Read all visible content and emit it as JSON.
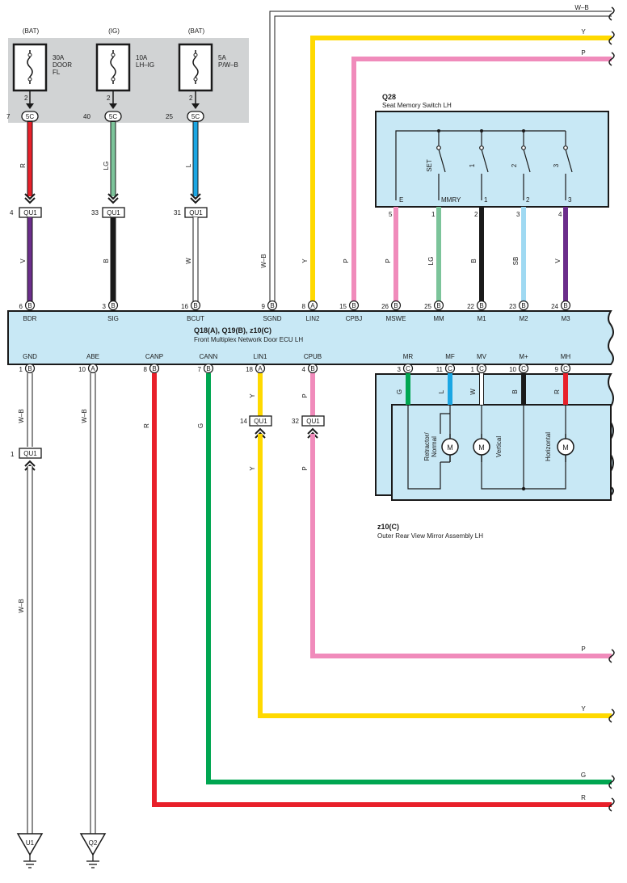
{
  "colors": {
    "R": "#e8202a",
    "LG": "#7cc49a",
    "L": "#1ba6e3",
    "V": "#6b2d8b",
    "B": "#1a1a1a",
    "W": "#ffffff",
    "WB": "#ffffff",
    "Y": "#ffd900",
    "P": "#f08bbb",
    "SB": "#9fd9f2",
    "G": "#00a651",
    "module_fill": "#c8e8f5",
    "fuse_box_fill": "#d1d3d4"
  },
  "fuses": [
    {
      "source": "(BAT)",
      "line1": "30A",
      "line2": "DOOR",
      "line3": "FL",
      "pin": "2",
      "conn_pin": "7",
      "conn": "5C",
      "wire": "R"
    },
    {
      "source": "(IG)",
      "line1": "10A",
      "line2": "LH–IG",
      "line3": "",
      "pin": "2",
      "conn_pin": "40",
      "conn": "5C",
      "wire": "LG"
    },
    {
      "source": "(BAT)",
      "line1": "5A",
      "line2": "P/W–B",
      "line3": "",
      "pin": "2",
      "conn_pin": "25",
      "conn": "5C",
      "wire": "L"
    }
  ],
  "junctions_top": [
    {
      "pin": "4",
      "conn": "QU1",
      "wire": "V"
    },
    {
      "pin": "33",
      "conn": "QU1",
      "wire": "B"
    },
    {
      "pin": "31",
      "conn": "QU1",
      "wire": "W"
    }
  ],
  "right_labels": {
    "top1": "W–B",
    "top2": "Y",
    "top3": "P",
    "bot1": "P",
    "bot2": "Y",
    "bot3": "G",
    "bot4": "R"
  },
  "switch": {
    "id": "Q28",
    "name": "Seat Memory Switch LH",
    "switch_labels": [
      "SET",
      "1",
      "2",
      "3"
    ],
    "terminals": [
      "E",
      "MMRY",
      "1",
      "2",
      "3"
    ],
    "pins": [
      {
        "pin": "5",
        "wire": "P"
      },
      {
        "pin": "1",
        "wire": "LG"
      },
      {
        "pin": "2",
        "wire": "B"
      },
      {
        "pin": "3",
        "wire": "SB"
      },
      {
        "pin": "4",
        "wire": "V"
      }
    ]
  },
  "ecu": {
    "title": "Q18(A), Q19(B), z10(C)",
    "subtitle": "Front Multiplex Network Door ECU LH",
    "top_pins": [
      {
        "num": "6",
        "conn": "B",
        "name": "BDR",
        "wire": "V"
      },
      {
        "num": "3",
        "conn": "B",
        "name": "SIG",
        "wire": "B"
      },
      {
        "num": "16",
        "conn": "B",
        "name": "BCUT",
        "wire": "W"
      },
      {
        "num": "9",
        "conn": "B",
        "name": "SGND",
        "wire": "W–B"
      },
      {
        "num": "8",
        "conn": "A",
        "name": "LIN2",
        "wire": "Y"
      },
      {
        "num": "15",
        "conn": "B",
        "name": "CPBJ",
        "wire": "P"
      },
      {
        "num": "26",
        "conn": "B",
        "name": "MSWE",
        "wire": "P"
      },
      {
        "num": "25",
        "conn": "B",
        "name": "MM",
        "wire": "LG"
      },
      {
        "num": "22",
        "conn": "B",
        "name": "M1",
        "wire": "B"
      },
      {
        "num": "23",
        "conn": "B",
        "name": "M2",
        "wire": "SB"
      },
      {
        "num": "24",
        "conn": "B",
        "name": "M3",
        "wire": "V"
      }
    ],
    "bottom_pins": [
      {
        "num": "1",
        "conn": "B",
        "name": "GND",
        "wire": "W–B"
      },
      {
        "num": "10",
        "conn": "A",
        "name": "ABE",
        "wire": "W–B"
      },
      {
        "num": "8",
        "conn": "B",
        "name": "CANP",
        "wire": "R"
      },
      {
        "num": "7",
        "conn": "B",
        "name": "CANN",
        "wire": "G"
      },
      {
        "num": "18",
        "conn": "A",
        "name": "LIN1",
        "wire": "Y"
      },
      {
        "num": "4",
        "conn": "B",
        "name": "CPUB",
        "wire": "P"
      },
      {
        "num": "3",
        "conn": "C",
        "name": "MR",
        "wire": "G"
      },
      {
        "num": "11",
        "conn": "C",
        "name": "MF",
        "wire": "L"
      },
      {
        "num": "1",
        "conn": "C",
        "name": "MV",
        "wire": "W"
      },
      {
        "num": "10",
        "conn": "C",
        "name": "M+",
        "wire": "B"
      },
      {
        "num": "9",
        "conn": "C",
        "name": "MH",
        "wire": "R"
      }
    ]
  },
  "junctions_bottom": [
    {
      "pin": "1",
      "conn": "QU1",
      "wire_upper": "W–B",
      "wire_lower": "W–B"
    },
    {
      "pin": "14",
      "conn": "QU1",
      "wire_upper": "Y",
      "wire_lower": "Y"
    },
    {
      "pin": "32",
      "conn": "QU1",
      "wire_upper": "P",
      "wire_lower": "P"
    }
  ],
  "abe_wire": "W–B",
  "mirror": {
    "id": "z10(C)",
    "name": "Outer Rear View Mirror Assembly LH",
    "motors": [
      {
        "label1": "Retractor/",
        "label2": "Normal",
        "symbol": "M"
      },
      {
        "label1": "Vertical",
        "label2": "",
        "symbol": "M"
      },
      {
        "label1": "Horizontal",
        "label2": "",
        "symbol": "M"
      }
    ]
  },
  "grounds": [
    "U1",
    "Q2"
  ]
}
